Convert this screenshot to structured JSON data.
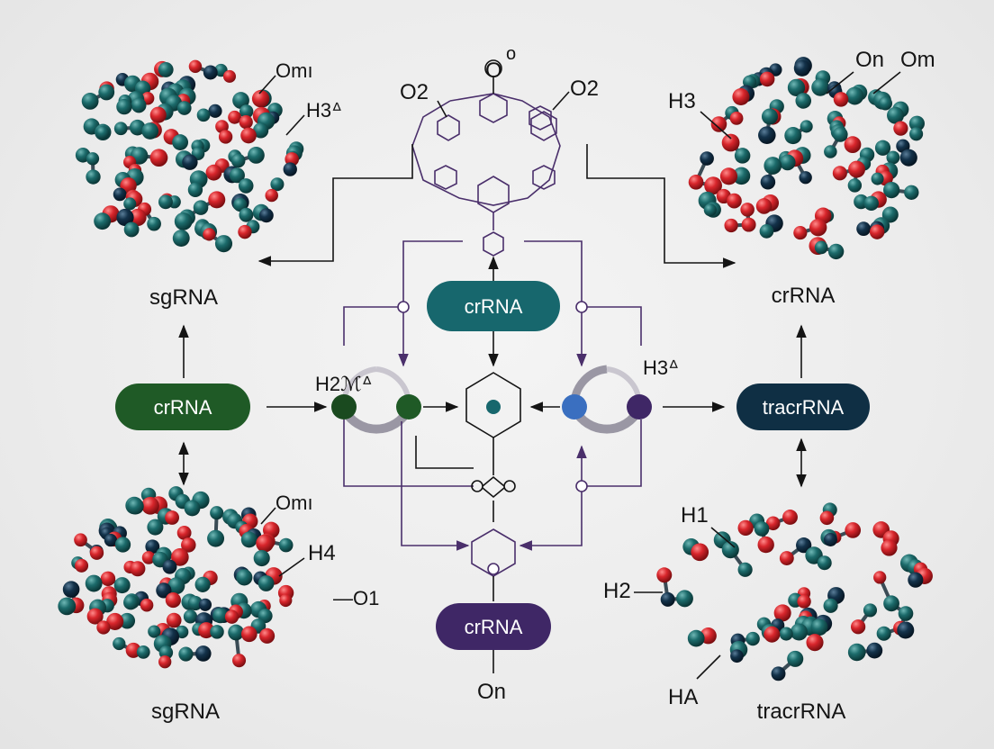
{
  "colors": {
    "background": "#ececec",
    "green_pill": "#1f5a26",
    "teal_pill": "#17676d",
    "navy_pill": "#0f2f44",
    "purple_pill": "#3f2766",
    "atom_red": "#d8262c",
    "atom_teal": "#1c6b6b",
    "atom_navy": "#13324a",
    "ring_gray": "#9a97a4",
    "connector_purple": "#4a2f6b"
  },
  "pills": {
    "left": "crRNA",
    "top_center": "crRNA",
    "right": "tracrRNA",
    "bottom_center": "crRNA"
  },
  "labels": {
    "top_left_name": "sgRNA",
    "bottom_left_name": "sgRNA",
    "top_right_name": "crRNA",
    "bottom_right_name": "tracrRNA",
    "tl_om": "Omı",
    "tl_h3": "H3ᐞ",
    "bl_om": "Omı",
    "bl_h4": "H4",
    "bl_o1": "—O1",
    "top_o": "O",
    "top_o_sup": "o",
    "top_o2_left": "O2",
    "top_o2_right": "O2",
    "tr_on": "On",
    "tr_om": "Om",
    "tr_h3": "H3",
    "h2n": "H2ℳᐞ",
    "h3_center": "H3ᐞ",
    "br_h1": "H1",
    "br_h2": "H2",
    "br_ha": "HA",
    "bottom_on": "On"
  }
}
